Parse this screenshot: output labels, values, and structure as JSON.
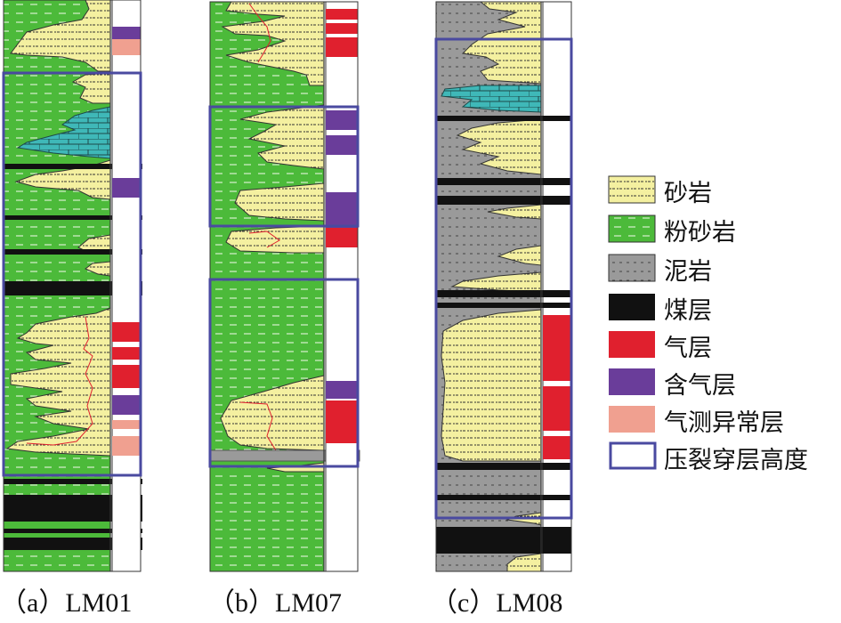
{
  "figure": {
    "columns": [
      {
        "id": "a",
        "caption": "（a）LM01"
      },
      {
        "id": "b",
        "caption": "（b）LM07"
      },
      {
        "id": "c",
        "caption": "（c）LM08"
      }
    ]
  },
  "legend": {
    "items": [
      {
        "key": "sandstone",
        "label": "砂岩",
        "fill": "#f4f0a0",
        "pattern": "dots"
      },
      {
        "key": "siltstone",
        "label": "粉砂岩",
        "fill": "#4cba3a",
        "pattern": "dashes"
      },
      {
        "key": "mudstone",
        "label": "泥岩",
        "fill": "#9a9a9a",
        "pattern": "dots"
      },
      {
        "key": "coal",
        "label": "煤层",
        "fill": "#111111"
      },
      {
        "key": "gas",
        "label": "气层",
        "fill": "#e0202e"
      },
      {
        "key": "gas_bearing",
        "label": "含气层",
        "fill": "#6a3d9a"
      },
      {
        "key": "gas_anomaly",
        "label": "气测异常层",
        "fill": "#f0a090"
      },
      {
        "key": "frac",
        "label": "压裂穿层高度",
        "fill": "#ffffff",
        "stroke": "#4a4aa0"
      }
    ]
  },
  "colors": {
    "sand": "#f4f0a0",
    "silt": "#4cba3a",
    "mud": "#9a9a9a",
    "coal": "#111111",
    "gas": "#e0202e",
    "gas_bearing": "#6a3d9a",
    "anomaly": "#f0a090",
    "limestone": "#3fb8b8",
    "frac": "#4a4aa0"
  }
}
